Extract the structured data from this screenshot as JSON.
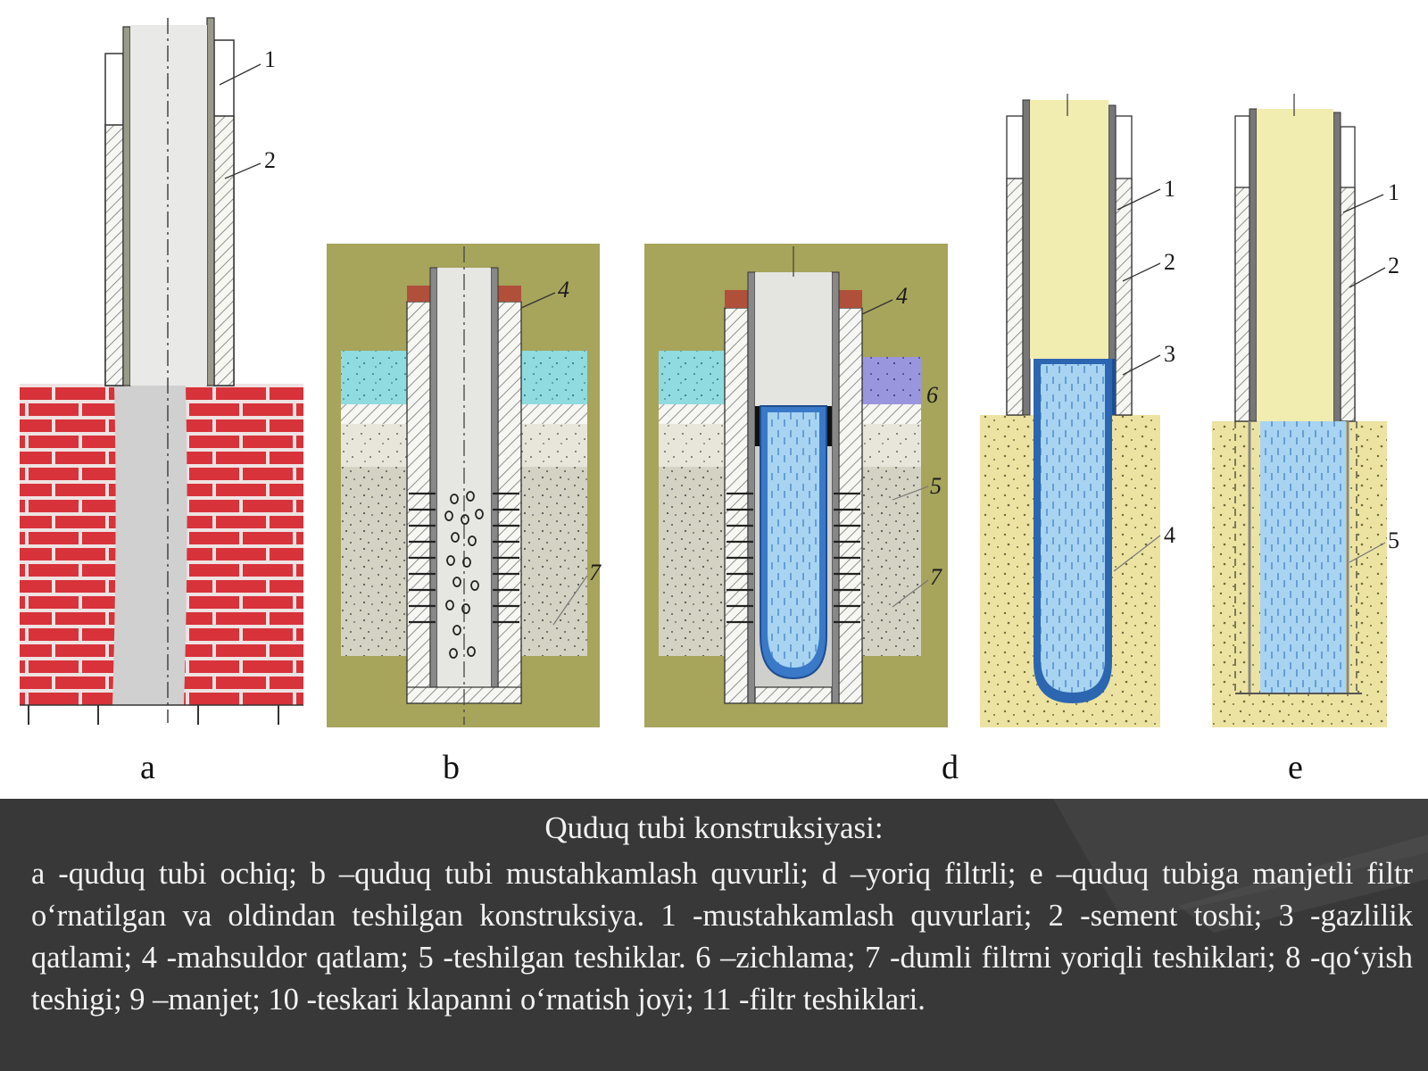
{
  "panels": {
    "a": {
      "letter": "a",
      "labels": [
        "1",
        "2"
      ]
    },
    "b": {
      "letter": "b",
      "labels": [
        "4",
        "7"
      ]
    },
    "d": {
      "letter": "d",
      "labels": [
        "4",
        "6",
        "5",
        "7"
      ]
    },
    "d2": {
      "labels": [
        "1",
        "2",
        "3",
        "4"
      ]
    },
    "e": {
      "letter": "e",
      "labels": [
        "1",
        "2",
        "5"
      ]
    }
  },
  "caption": {
    "title": "Quduq tubi konstruksiyasi:",
    "body": "a -quduq tubi ochiq; b –quduq tubi mustahkamlash quvurli; d –yoriq filtrli; e –quduq tubiga manjetli filtr o‘rnatilgan va oldindan teshilgan konstruksiya. 1 -mustahkamlash quvurlari; 2 -sement toshi; 3 -gazlilik qatlami; 4 -mahsuldor qatlam; 5 -teshilgan teshiklar. 6 –zichlama; 7 -dumli filtrni yoriqli teshiklari; 8 -qo‘yish teshigi; 9 –manjet; 10 -teskari klapanni o‘rnatish joyi; 11 -filtr teshiklari."
  },
  "colors": {
    "brick": "#d8323a",
    "mortar": "#f0e6e6",
    "olive": "#a7a45c",
    "sand": "#ece3a2",
    "water": "#8fc4ec",
    "water_dark": "#2c66b0",
    "pipe_fill": "#ededea",
    "yellow_pipe": "#f1ecb0",
    "caption_bg": "#383838"
  }
}
